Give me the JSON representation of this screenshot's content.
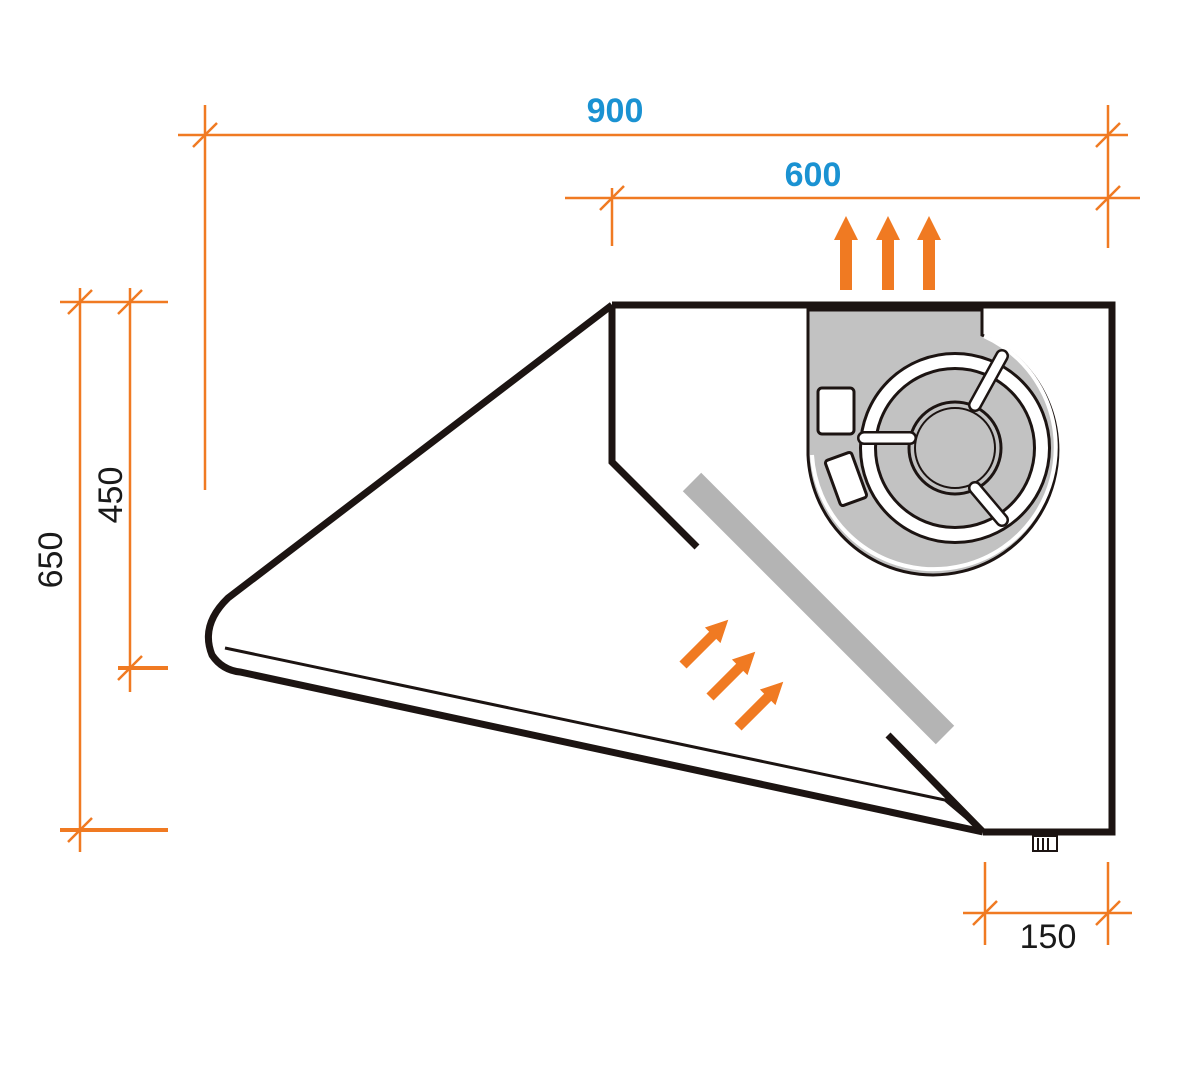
{
  "title": "Wall-mounted kitchen extractor hood side section",
  "dimensions": {
    "overall_depth": "900",
    "top_depth": "600",
    "overall_height": "650",
    "front_height": "450",
    "bottom_width": "150"
  },
  "colors": {
    "dimension_lines": "#f07a22",
    "blue_labels": "#1a92d2",
    "outline": "#1c1412",
    "filter_grey": "#b4b4b4",
    "airflow_arrows": "#f07a22"
  }
}
